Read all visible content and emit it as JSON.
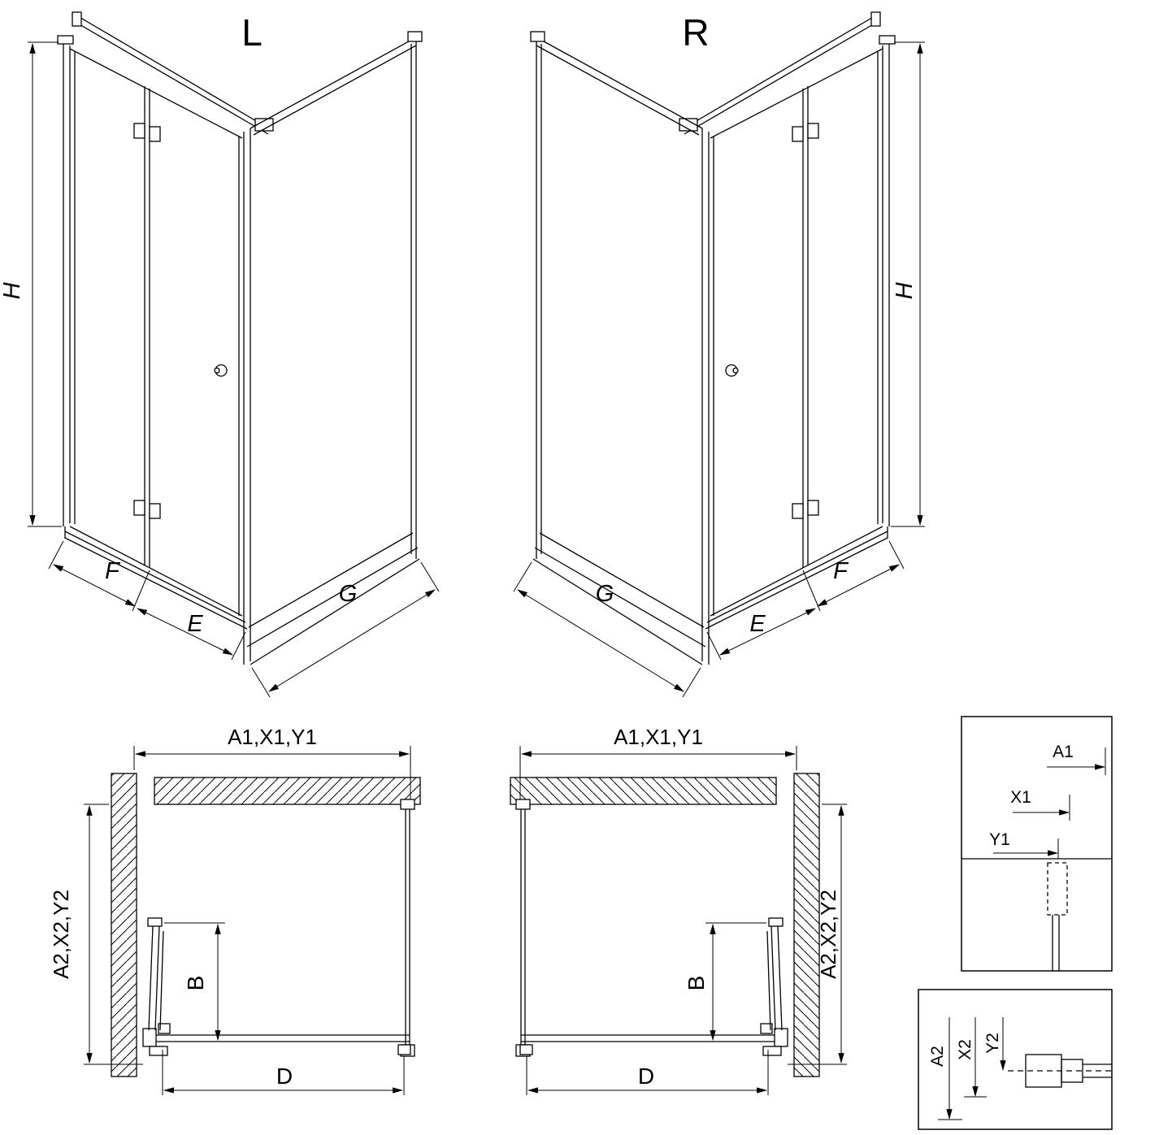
{
  "figure": {
    "background": "#ffffff",
    "line_color": "#000000"
  },
  "iso_left": {
    "variant_label": "L",
    "dim_height": "H",
    "dim_door": "F",
    "dim_entry": "E",
    "dim_side": "G"
  },
  "iso_right": {
    "variant_label": "R",
    "dim_height": "H",
    "dim_door": "F",
    "dim_entry": "E",
    "dim_side": "G"
  },
  "plan_left": {
    "dim_top": "A1,X1,Y1",
    "dim_left": "A2,X2,Y2",
    "dim_door_open": "B",
    "dim_width": "D"
  },
  "plan_right": {
    "dim_top": "A1,X1,Y1",
    "dim_right": "A2,X2,Y2",
    "dim_door_open": "B",
    "dim_width": "D"
  },
  "detail_horizontal": {
    "dim_a": "A1",
    "dim_x": "X1",
    "dim_y": "Y1"
  },
  "detail_vertical": {
    "dim_a": "A2",
    "dim_x": "X2",
    "dim_y": "Y2"
  }
}
